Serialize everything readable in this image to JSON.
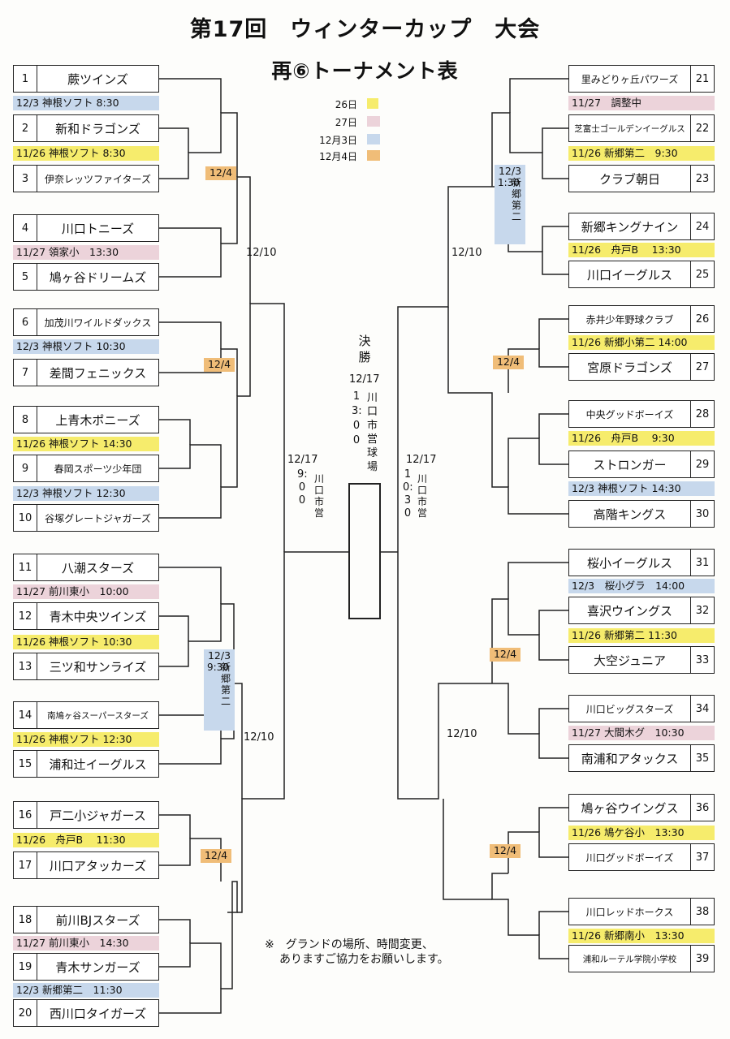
{
  "header": {
    "title": "第17回　ウィンターカップ　大会",
    "subtitle": "再⑥トーナメント表"
  },
  "legend": [
    {
      "label": "26日",
      "color": "#f6ec6c"
    },
    {
      "label": "27日",
      "color": "#ecd3da"
    },
    {
      "label": "12月3日",
      "color": "#c7d8ec"
    },
    {
      "label": "12月4日",
      "color": "#f0bd78"
    }
  ],
  "left_teams": [
    {
      "num": "1",
      "name": "蕨ツインズ"
    },
    {
      "num": "2",
      "name": "新和ドラゴンズ"
    },
    {
      "num": "3",
      "name": "伊奈レッツファイターズ"
    },
    {
      "num": "4",
      "name": "川口トニーズ"
    },
    {
      "num": "5",
      "name": "鳩ヶ谷ドリームズ"
    },
    {
      "num": "6",
      "name": "加茂川ワイルドダックス"
    },
    {
      "num": "7",
      "name": "差間フェニックス"
    },
    {
      "num": "8",
      "name": "上青木ポニーズ"
    },
    {
      "num": "9",
      "name": "春岡スポーツ少年団"
    },
    {
      "num": "10",
      "name": "谷塚グレートジャガーズ"
    },
    {
      "num": "11",
      "name": "八潮スターズ"
    },
    {
      "num": "12",
      "name": "青木中央ツインズ"
    },
    {
      "num": "13",
      "name": "三ツ和サンライズ"
    },
    {
      "num": "14",
      "name": "南鳩ヶ谷スーパースターズ"
    },
    {
      "num": "15",
      "name": "浦和辻イーグルス"
    },
    {
      "num": "16",
      "name": "戸二小ジャガース"
    },
    {
      "num": "17",
      "name": "川口アタッカーズ"
    },
    {
      "num": "18",
      "name": "前川BJスターズ"
    },
    {
      "num": "19",
      "name": "青木サンガーズ"
    },
    {
      "num": "20",
      "name": "西川口タイガーズ"
    }
  ],
  "right_teams": [
    {
      "num": "21",
      "name": "里みどりヶ丘パワーズ"
    },
    {
      "num": "22",
      "name": "芝富士ゴールデンイーグルス"
    },
    {
      "num": "23",
      "name": "クラブ朝日"
    },
    {
      "num": "24",
      "name": "新郷キングナイン"
    },
    {
      "num": "25",
      "name": "川口イーグルス"
    },
    {
      "num": "26",
      "name": "赤井少年野球クラブ"
    },
    {
      "num": "27",
      "name": "宮原ドラゴンズ"
    },
    {
      "num": "28",
      "name": "中央グッドボーイズ"
    },
    {
      "num": "29",
      "name": "ストロンガー"
    },
    {
      "num": "30",
      "name": "高階キングス"
    },
    {
      "num": "31",
      "name": "桜小イーグルス"
    },
    {
      "num": "32",
      "name": "喜沢ウイングス"
    },
    {
      "num": "33",
      "name": "大空ジュニア"
    },
    {
      "num": "34",
      "name": "川口ビッグスターズ"
    },
    {
      "num": "35",
      "name": "南浦和アタックス"
    },
    {
      "num": "36",
      "name": "鳩ヶ谷ウイングス"
    },
    {
      "num": "37",
      "name": "川口グッドボーイズ"
    },
    {
      "num": "38",
      "name": "川口レッドホークス"
    },
    {
      "num": "39",
      "name": "浦和ルーテル学院小学校"
    }
  ],
  "left_schedules": [
    "12/3 神根ソフト 8:30",
    "11/26 神根ソフト 8:30",
    "11/27 領家小　13:30",
    "12/3 神根ソフト 10:30",
    "11/26 神根ソフト 14:30",
    "12/3 神根ソフト 12:30",
    "11/27 前川東小　10:00",
    "11/26 神根ソフト 10:30",
    "11/26 神根ソフト 12:30",
    "11/26　舟戸B　 11:30",
    "11/27 前川東小　14:30",
    "12/3 新郷第二　11:30"
  ],
  "right_schedules": [
    "11/27　調整中",
    "11/26 新郷第二　9:30",
    "11/26　舟戸B　 13:30",
    "11/26 新郷小第二 14:00",
    "11/26　舟戸B　 9:30",
    "12/3 神根ソフト 14:30",
    "12/3　桜小グラ　14:00",
    "11/26 新郷第二 11:30",
    "11/27 大間木グ　10:30",
    "11/26 鳩ケ谷小　13:30",
    "11/26 新郷南小　13:30"
  ],
  "badges": {
    "d124": "12/4",
    "d123": "12/3",
    "d1210": "12/10",
    "d1217": "12/17",
    "venue": "新郷第二"
  },
  "semis": {
    "left_time": "9:00",
    "left_place": "川口市営",
    "right_time": "10:30",
    "right_place": "川口市営"
  },
  "final": {
    "label": "決勝",
    "date": "12/17",
    "place": "川口市営球場",
    "time": "13:00"
  },
  "times": {
    "t930": "9:30",
    "t130": "1:30"
  },
  "note": {
    "line1": "※　グランドの場所、時間変更、",
    "line2": "ありますご協力をお願いします。"
  }
}
